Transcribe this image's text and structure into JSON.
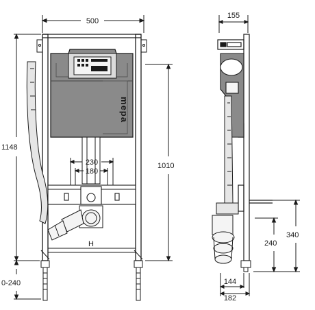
{
  "brand": {
    "logo": "mepa"
  },
  "front_view": {
    "width_dim": "500",
    "total_height_dim": "1148",
    "frame_height_dim": "1010",
    "inner_width_dim": "230",
    "inner_width_small_dim": "180",
    "foot_adjust_dim": "0-240",
    "connector_label": "H"
  },
  "side_view": {
    "depth_top_dim": "155",
    "depth_bottom_small_dim": "144",
    "depth_bottom_dim": "182",
    "height_small_dim": "240",
    "height_large_dim": "340"
  },
  "colors": {
    "line": "#1a1a1a",
    "tank_fill": "#7a7a7a",
    "pipe_fill": "#e6e6e6"
  }
}
